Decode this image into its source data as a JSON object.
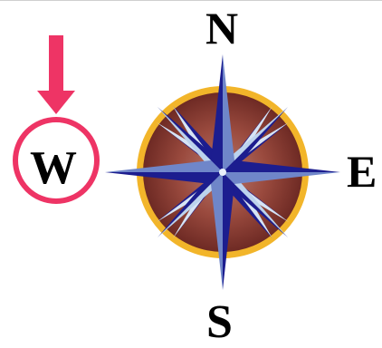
{
  "compass": {
    "north": "N",
    "east": "E",
    "south": "S",
    "west": "W"
  },
  "highlight": {
    "target": "west",
    "color": "#ee3465"
  },
  "colors": {
    "dial_fill": "#8a3b32",
    "dial_ring": "#f2b52a",
    "star_blue": "#1c1d8f",
    "star_light": "#d6e4f5"
  }
}
